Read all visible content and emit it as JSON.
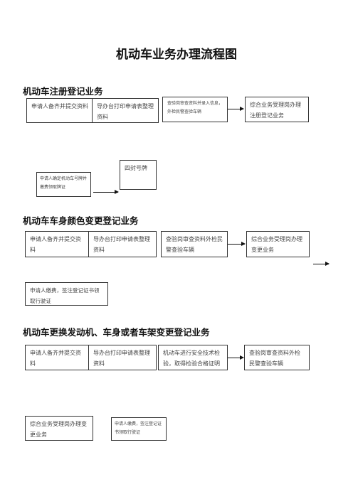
{
  "page_title": "机动车业务办理流程图",
  "sections": [
    {
      "title": "机动车注册登记业务",
      "steps": [
        "申请人备齐并提交资料",
        "导办台打印申请表整理资料",
        "查验岗审查资料并录入信息，外检民警查验车辆",
        "综合业务受理岗办理注册登记业务",
        "申请人确定机动车号牌并缴费领取牌证",
        "四封号牌"
      ]
    },
    {
      "title": "机动车车身颜色变更登记业务",
      "steps": [
        "申请人备齐并提交资料",
        "导办台打印申请表整理资料",
        "查验岗审查资料外检民警查验车辆",
        "综合业务受理岗办理变更业务",
        "申请人缴费，签注登记证书领取行驶证"
      ]
    },
    {
      "title": "机动车更换发动机、车身或者车架变更登记业务",
      "steps": [
        "申请人备齐并提交资料",
        "导办台打印申请表整理资料",
        "机动车进行安全技术检验，取得检验合格证明",
        "查验岗审查资料外检民警查验车辆",
        "综合业务受理岗办理变更业务",
        "申请人缴费，签注登记证书领取行驶证"
      ]
    }
  ]
}
